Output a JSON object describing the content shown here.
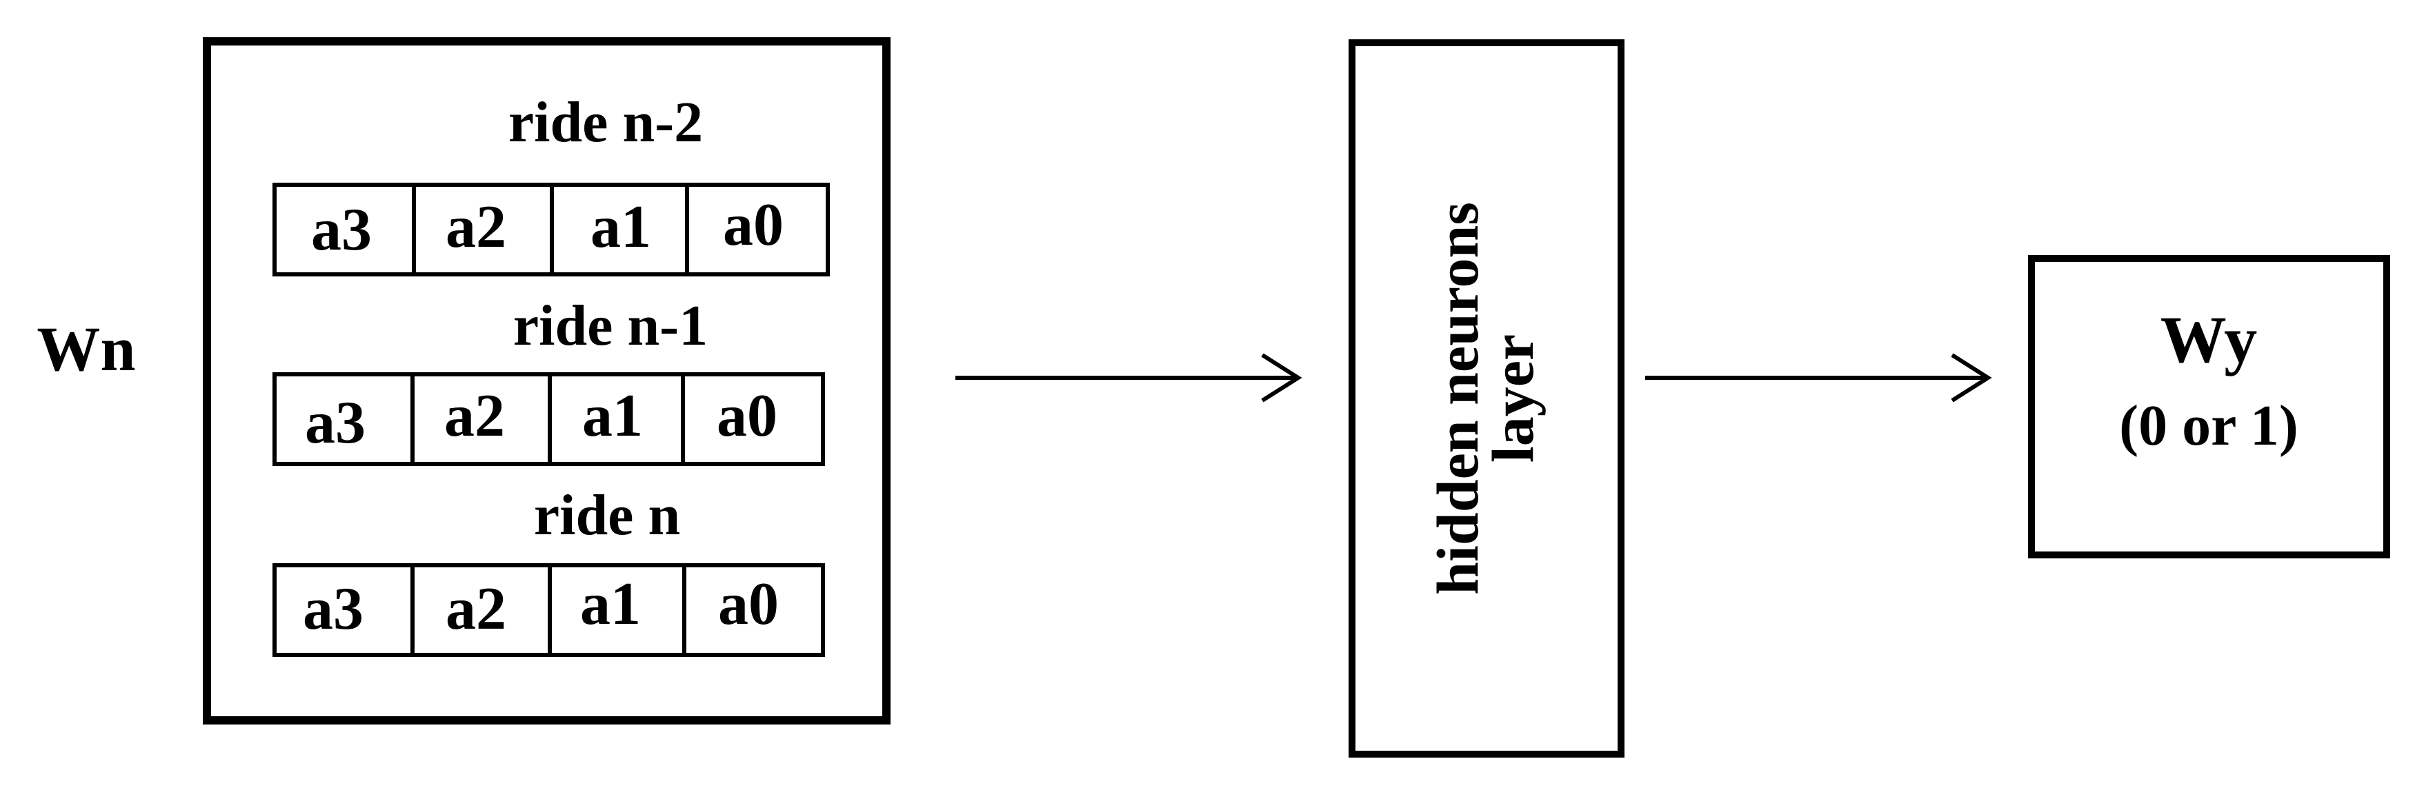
{
  "input_label": "Wn",
  "input_block": {
    "rides": [
      {
        "title": "ride n-2",
        "cells": [
          "a3",
          "a2",
          "a1",
          "a0"
        ]
      },
      {
        "title": "ride n-1",
        "cells": [
          "a3",
          "a2",
          "a1",
          "a0"
        ]
      },
      {
        "title": "ride n",
        "cells": [
          "a3",
          "a2",
          "a1",
          "a0"
        ]
      }
    ]
  },
  "hidden_layer": {
    "line1": "hidden neurons",
    "line2": "layer"
  },
  "output": {
    "title": "Wy",
    "subtitle": "(0 or 1)"
  }
}
